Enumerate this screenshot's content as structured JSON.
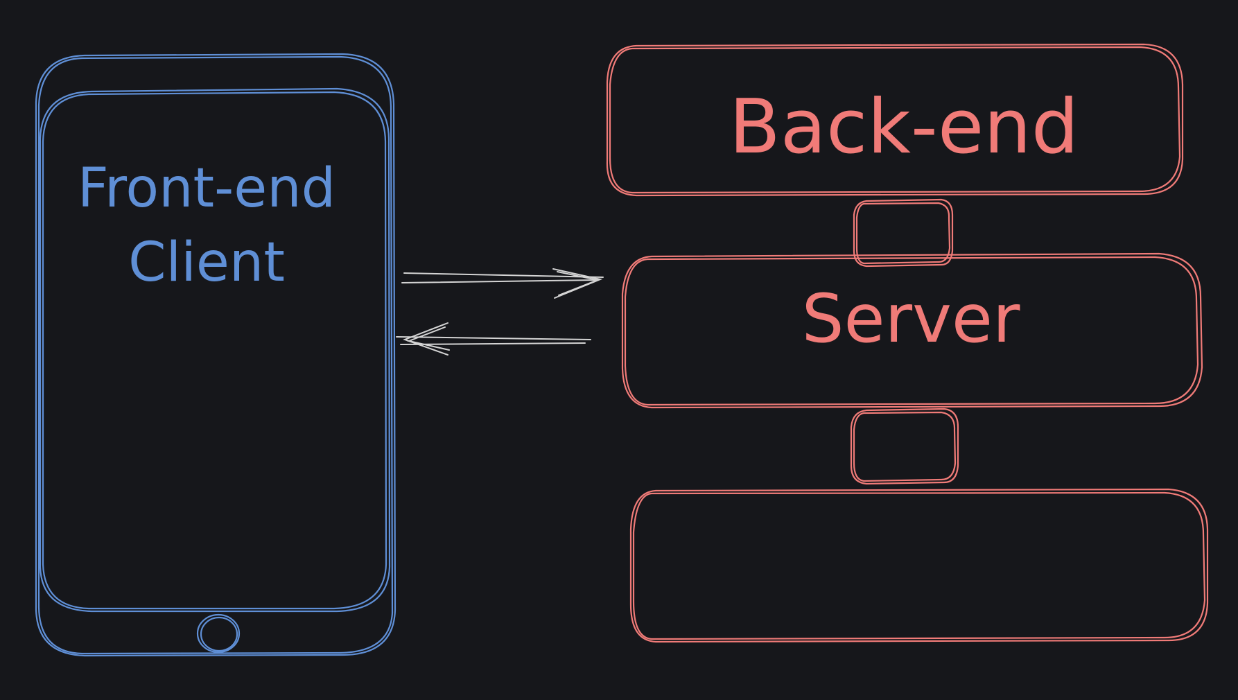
{
  "diagram": {
    "background": "#16171b",
    "colors": {
      "client": "#5f8fd6",
      "backend": "#f07b78",
      "arrow": "#d4d4d4"
    },
    "client": {
      "line1": "Front-end",
      "line2": "Client"
    },
    "backend": {
      "top_label": "Back-end",
      "middle_label": "Server",
      "bottom_label": ""
    }
  }
}
